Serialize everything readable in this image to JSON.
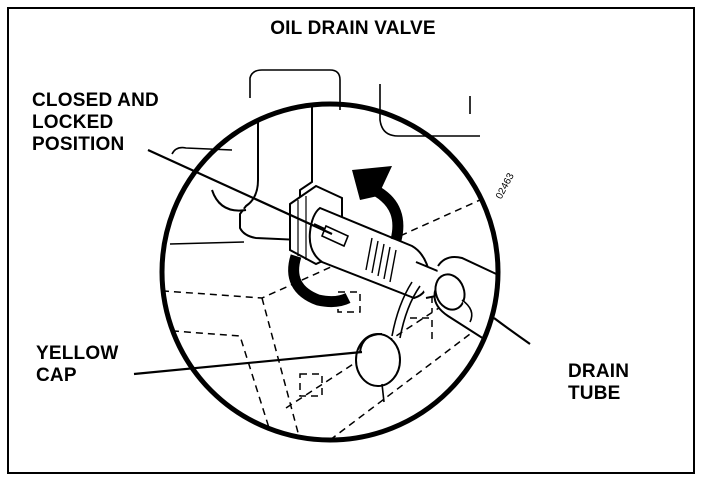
{
  "title": "OIL DRAIN VALVE",
  "figure_code": "02463",
  "labels": {
    "closed_locked": [
      "CLOSED AND",
      "LOCKED",
      "POSITION"
    ],
    "yellow_cap": [
      "YELLOW",
      "CAP"
    ],
    "drain_tube": [
      "DRAIN",
      "TUBE"
    ]
  },
  "colors": {
    "line": "#000000",
    "background": "#ffffff"
  }
}
